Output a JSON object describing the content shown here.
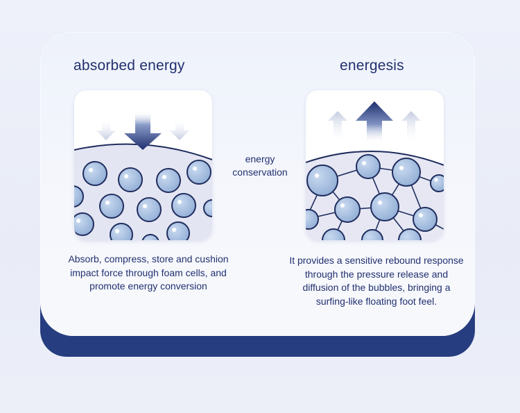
{
  "left": {
    "title": "absorbed energy",
    "description": "Absorb, compress, store and cushion impact force through foam cells, and promote energy conversion",
    "icon": "down-arrow-icon"
  },
  "middle": {
    "label": "energy conservation"
  },
  "right": {
    "title": "energesis",
    "description": "It provides a sensitive rebound response through the pressure release and diffusion of the bubbles, bringing a surfing-like floating foot feel.",
    "icon": "up-arrow-icon"
  },
  "colors": {
    "navy": "#22306f",
    "card_base": "#263d7f",
    "bubble": "#a9c2e2",
    "bubble_stroke": "#1f2d5e"
  }
}
